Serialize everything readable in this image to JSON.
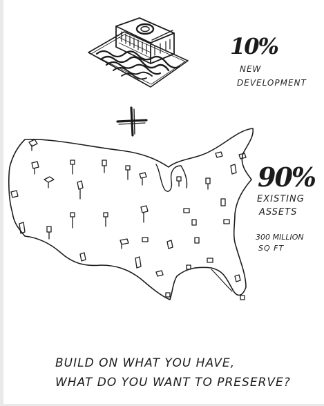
{
  "new_share": {
    "percent": "10%",
    "label_line1": "NEW",
    "label_line2": "DEVELOPMENT"
  },
  "plus_sign": "+",
  "existing_share": {
    "percent": "90%",
    "label_line1": "EXISTING",
    "label_line2": "ASSETS",
    "area_line1": "300 MILLION",
    "area_line2": "SQ FT"
  },
  "caption": {
    "line1": "BUILD ON WHAT YOU HAVE,",
    "line2": "WHAT DO YOU WANT TO PRESERVE?"
  },
  "colors": {
    "ink": "#1c1c1c",
    "background": "#ffffff"
  }
}
